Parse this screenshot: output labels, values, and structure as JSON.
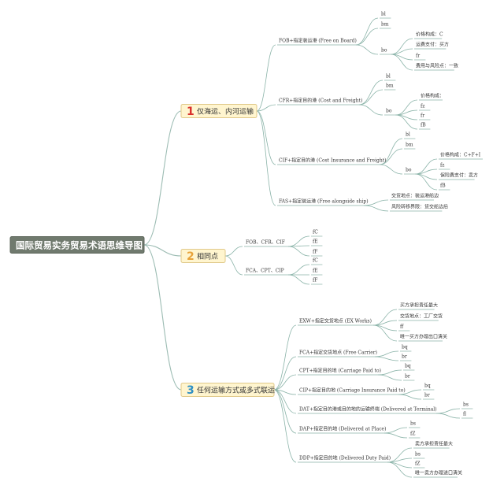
{
  "root": "国际贸易实务贸易术语思维导图",
  "colors": {
    "accent": "#707a6e",
    "branch_fill": "#fff5cf",
    "num1": "#d9302c",
    "num2": "#e8a33a",
    "num3": "#2e8fc4"
  },
  "branches": [
    {
      "num": "1",
      "label": "仅海运、内河运输",
      "children": [
        {
          "label": "FOB+指定装运港 (Free on Board)",
          "children": [
            {
              "label": "bl"
            },
            {
              "label": "bm"
            },
            {
              "label": "bo",
              "children": [
                {
                  "label": "价格构成：C"
                },
                {
                  "label": "运费支付：买方"
                },
                {
                  "label": "fr"
                },
                {
                  "label": "费用与风险点：一致"
                }
              ]
            }
          ]
        },
        {
          "label": "CFR+指定目的港 (Cost and Freight)",
          "children": [
            {
              "label": "bl"
            },
            {
              "label": "bm"
            },
            {
              "label": "bo",
              "children": [
                {
                  "label": "价格构成："
                },
                {
                  "label": "fz"
                },
                {
                  "label": "fr"
                },
                {
                  "label": "fB"
                }
              ]
            }
          ]
        },
        {
          "label": "CIF+指定目的港 (Cost Insurance and Freight)",
          "children": [
            {
              "label": "bl"
            },
            {
              "label": "bm"
            },
            {
              "label": "bo",
              "children": [
                {
                  "label": "价格构成：C+F+I"
                },
                {
                  "label": "fz"
                },
                {
                  "label": "保险费支付：卖方"
                },
                {
                  "label": "fB"
                }
              ]
            }
          ]
        },
        {
          "label": "FAS+指定装运港 (Free alongside ship)",
          "children": [
            {
              "label": "交货地点：装运港船边"
            },
            {
              "label": "风险转移界限：货交船边后"
            }
          ]
        }
      ]
    },
    {
      "num": "2",
      "label": "相同点",
      "children": [
        {
          "label": "FOB、CFR、CIF",
          "children": [
            {
              "label": "fC"
            },
            {
              "label": "fE"
            },
            {
              "label": "fF"
            }
          ]
        },
        {
          "label": "FCA、CPT、CIP",
          "children": [
            {
              "label": "fC"
            },
            {
              "label": "fE"
            },
            {
              "label": "fF"
            }
          ]
        }
      ]
    },
    {
      "num": "3",
      "label": "任何运输方式或多式联运",
      "children": [
        {
          "label": "EXW+指定交货地点 (EX Works)",
          "children": [
            {
              "label": "买方承担责任最大"
            },
            {
              "label": "交货地点：工厂交货"
            },
            {
              "label": "ff"
            },
            {
              "label": "唯一买方办理出口清关"
            }
          ]
        },
        {
          "label": "FCA+指定交货地点 (Free Carrier)",
          "children": [
            {
              "label": "bq"
            },
            {
              "label": "br"
            }
          ]
        },
        {
          "label": "CPT+指定目的地 (Carriage Paid to)",
          "children": [
            {
              "label": "bq"
            },
            {
              "label": "br"
            }
          ]
        },
        {
          "label": "CIP+指定目的地 (Carriage Insurance Paid to)",
          "children": [
            {
              "label": "bq"
            },
            {
              "label": "br"
            }
          ]
        },
        {
          "label": "DAT+指定目的港或目的地的运输终端 (Delivered at Terminal)",
          "children": [
            {
              "label": "bs"
            },
            {
              "label": "fl"
            }
          ]
        },
        {
          "label": "DAP+指定目的地 (Delivered at Place)",
          "children": [
            {
              "label": "bs"
            },
            {
              "label": "fZ"
            }
          ]
        },
        {
          "label": "DDP+指定目的地 (Delivered Duty Paid)",
          "children": [
            {
              "label": "卖方承担责任最大"
            },
            {
              "label": "bs"
            },
            {
              "label": "fZ"
            },
            {
              "label": "唯一卖方办理进口清关"
            }
          ]
        }
      ]
    }
  ]
}
